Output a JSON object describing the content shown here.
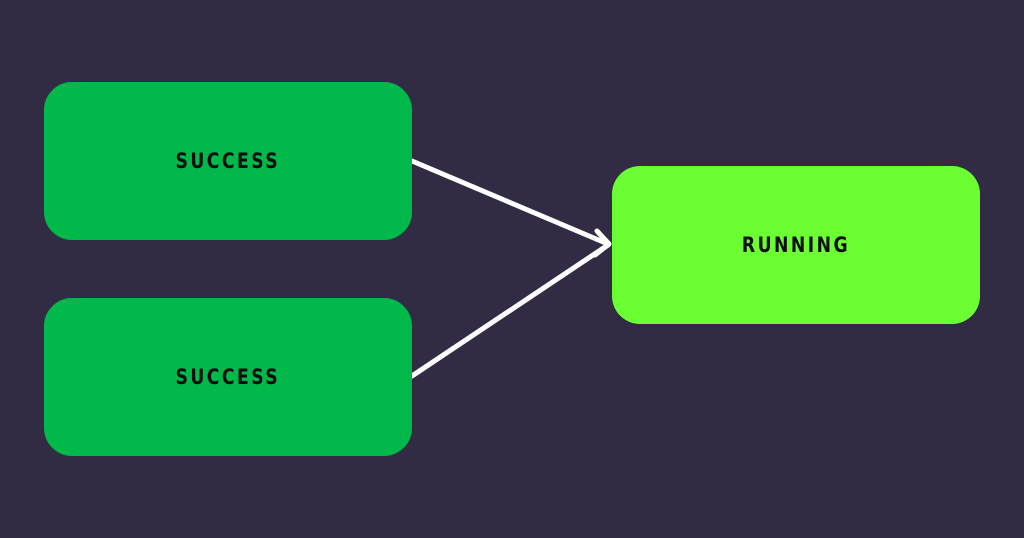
{
  "colors": {
    "background": "#312c43",
    "success": "#00b94a",
    "running": "#6bff33",
    "edge": "#ffffff",
    "label": "#0d0d0d"
  },
  "nodes": {
    "success_top": {
      "label": "SUCCESS",
      "status": "success"
    },
    "success_bottom": {
      "label": "SUCCESS",
      "status": "success"
    },
    "running": {
      "label": "RUNNING",
      "status": "running"
    }
  },
  "edges": [
    {
      "from": "success_top",
      "to": "running"
    },
    {
      "from": "success_bottom",
      "to": "running"
    }
  ]
}
